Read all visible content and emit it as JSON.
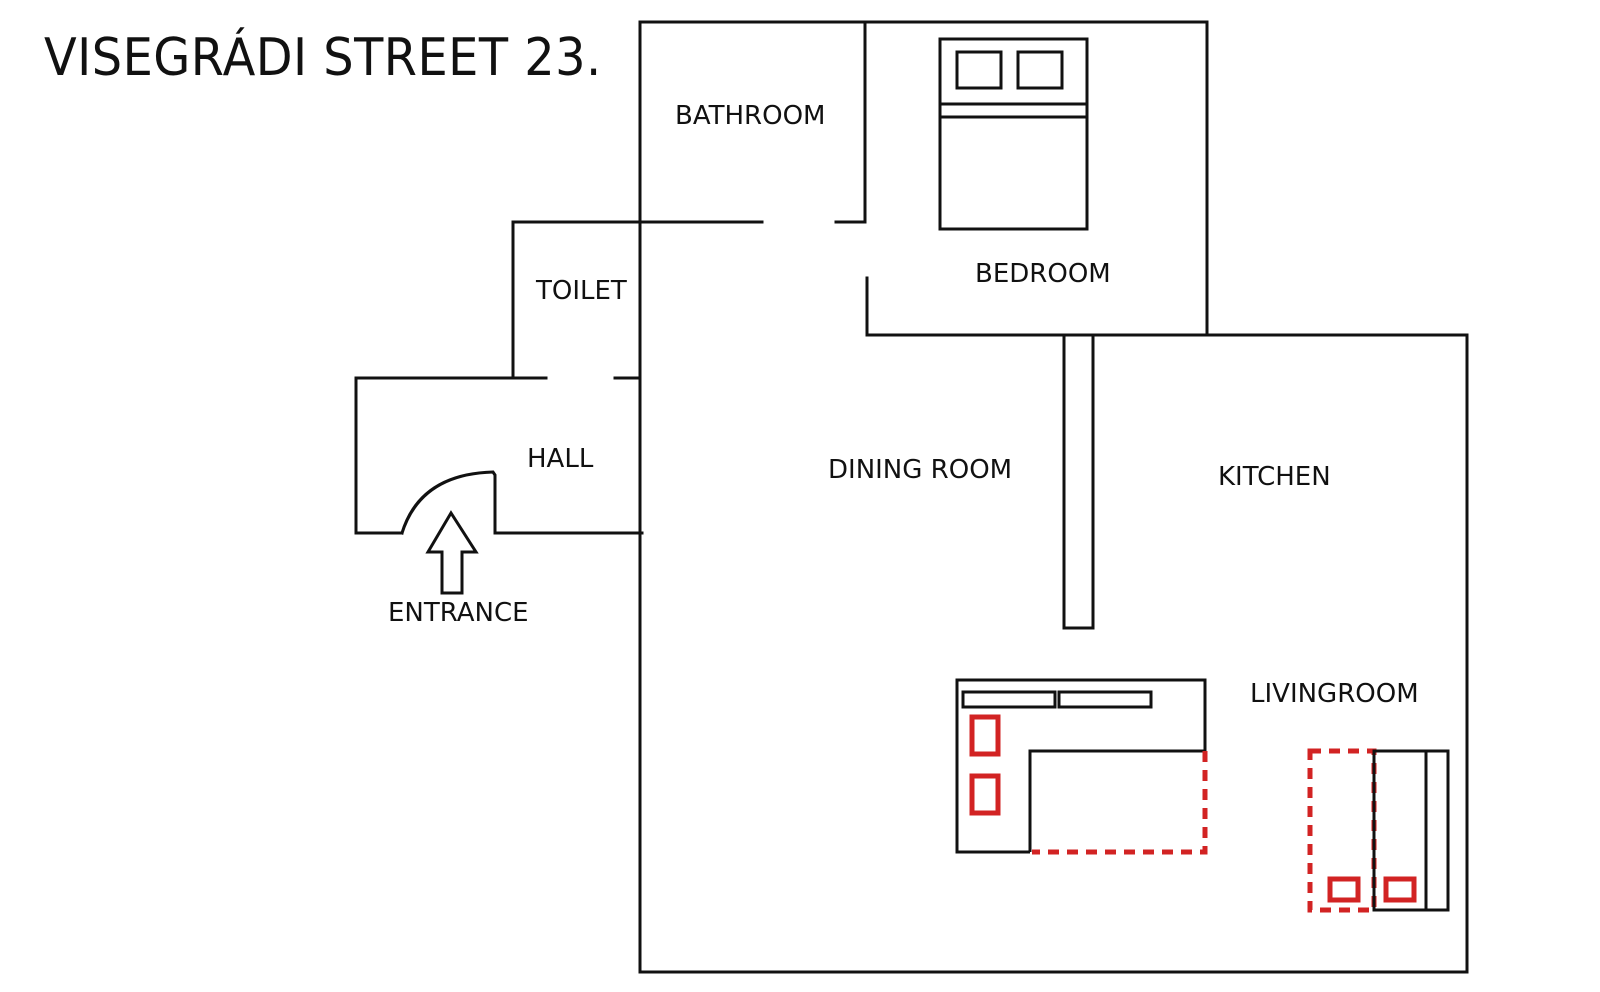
{
  "title": "VISEGRÁDI STREET 23.",
  "rooms": {
    "bathroom": "BATHROOM",
    "bedroom": "BEDROOM",
    "toilet": "TOILET",
    "hall": "HALL",
    "entrance": "ENTRANCE",
    "dining_room": "DINING ROOM",
    "kitchen": "KITCHEN",
    "livingroom": "LIVINGROOM"
  },
  "colors": {
    "walls": "#111111",
    "furniture_accent": "#d22323"
  },
  "icons": {
    "entrance_arrow": "up-arrow-icon",
    "door_swing": "door-arc-icon"
  }
}
